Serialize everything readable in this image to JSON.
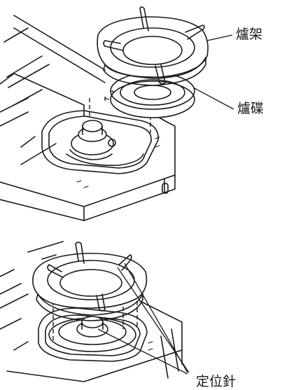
{
  "labels": {
    "burner_grate": "爐架",
    "burner_tray": "爐碟",
    "locating_pins": "定位針"
  }
}
